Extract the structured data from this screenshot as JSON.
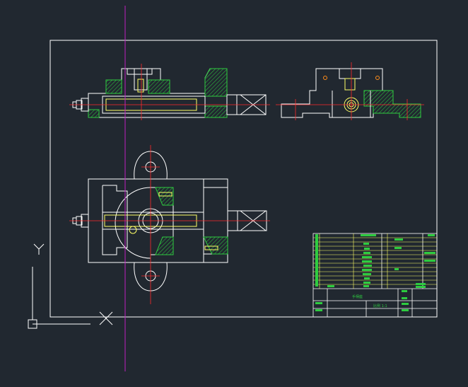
{
  "app": {
    "theme": "AutoCAD model space, dark background",
    "background_color": "#212830",
    "line_color": "#ffffff",
    "center_line_color": "#ff2a2a",
    "hatch_color": "#2ecc40",
    "highlight_color": "#ffff66",
    "crosshair_color": "#c020c0"
  },
  "ucs_icon": {
    "y_label": "Y",
    "x_label": "X",
    "icon": "ucs-axis-icon"
  },
  "title_block": {
    "title": "手柄座",
    "subtitle": "比例 1:1"
  }
}
